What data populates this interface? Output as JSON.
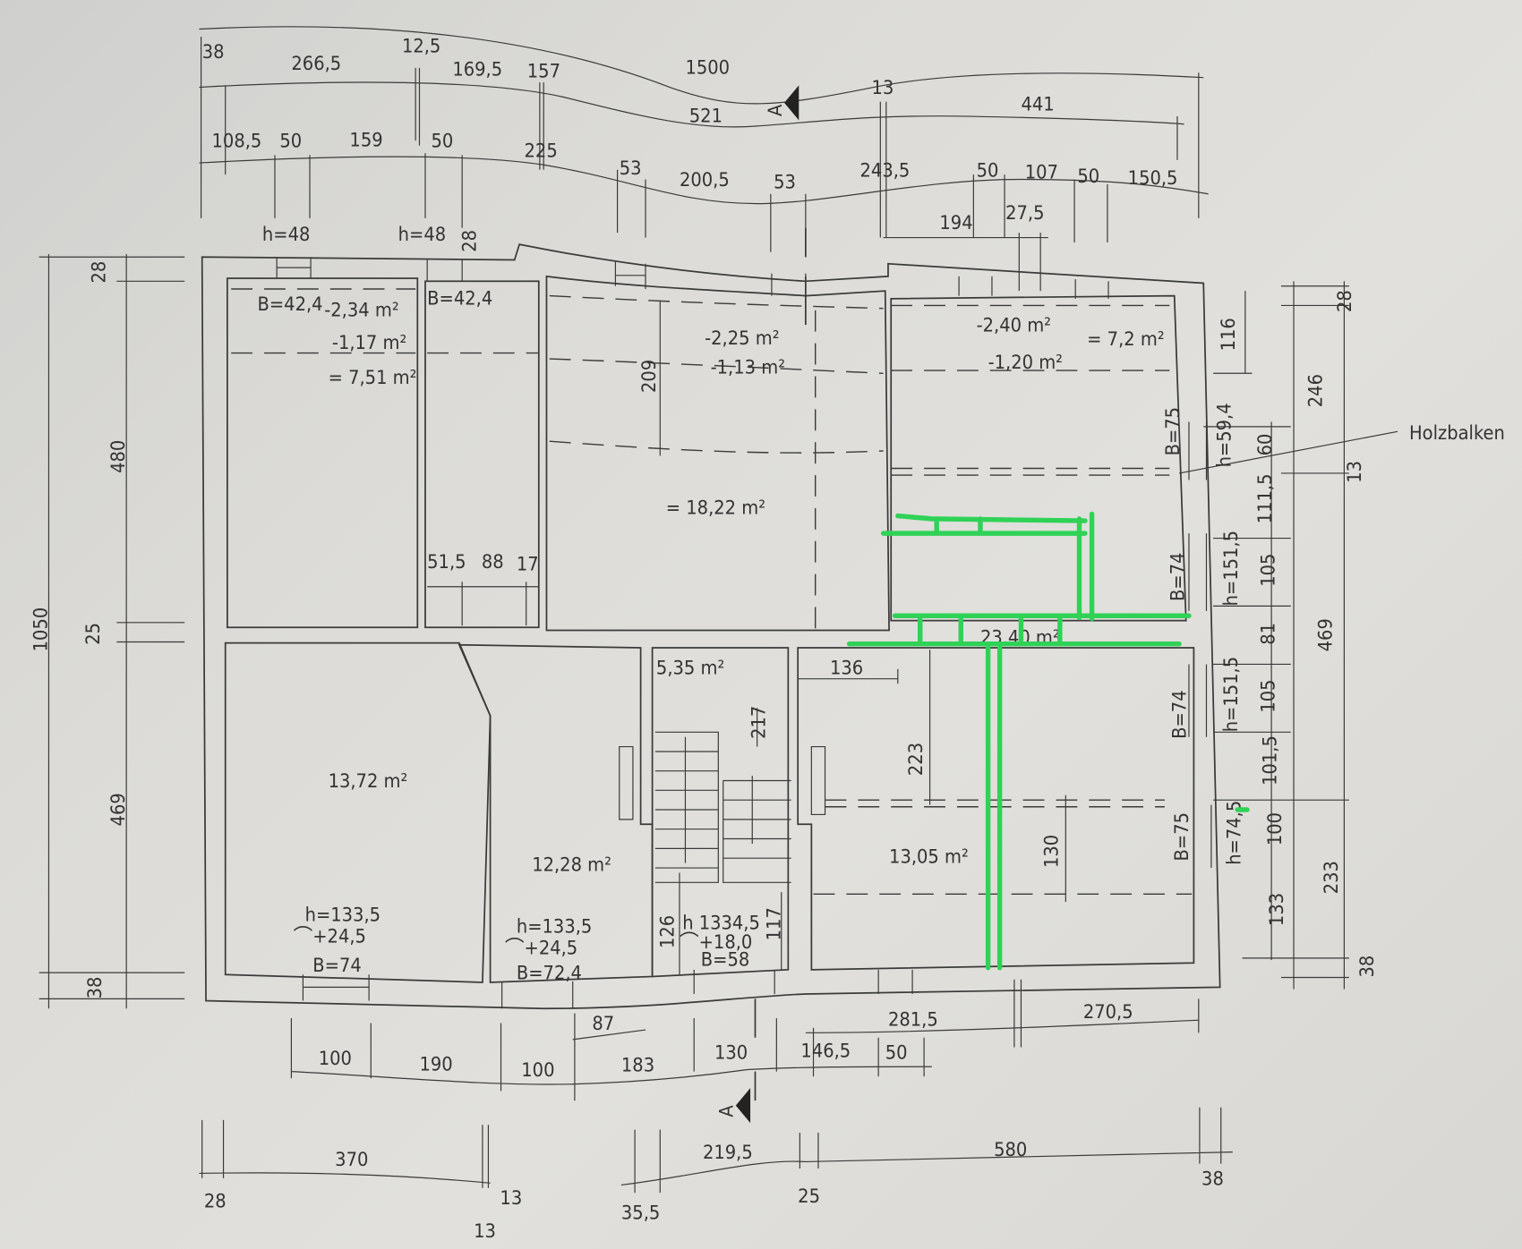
{
  "labels": {
    "t1_38": "38",
    "t1_2665": "266,5",
    "t1_125": "12,5",
    "t1_1695": "169,5",
    "t1_157": "157",
    "t1_1500": "1500",
    "t2_521": "521",
    "t2_13": "13",
    "t2_441": "441",
    "t3_1085": "108,5",
    "t3_50a": "50",
    "t3_159": "159",
    "t3_50b": "50",
    "t3_225": "225",
    "t3_53a": "53",
    "t3_2005": "200,5",
    "t3_53b": "53",
    "t3_2435": "243,5",
    "t3_50c": "50",
    "t3_107": "107",
    "t3_50d": "50",
    "t3_1505": "150,5",
    "t4_194": "194",
    "t4_275": "27,5",
    "h48a": "h=48",
    "h48b": "h=48",
    "t_28top": "28",
    "roomA_B": "B=42,4",
    "roomA_a1": "-2,34 m²",
    "roomA_a2": "-1,17 m²",
    "roomA_a3": "= 7,51 m²",
    "roomB_B": "B=42,4",
    "roomB_515": "51,5",
    "roomB_88": "88",
    "roomB_17": "17",
    "roomC_a1": "-2,25 m²",
    "roomC_a2": "-1,13 m²",
    "roomC_209": "209",
    "roomC_area": "= 18,22 m²",
    "roomD_a1": "-2,40 m²",
    "roomD_a2": "-1,20 m²",
    "roomD_a3": "= 7,2 m²",
    "roomD_area": "23,40 m²",
    "holzbalken": "Holzbalken",
    "r_B75a": "B=75",
    "r_h594": "h=59,4",
    "r_B74a": "B=74",
    "r_h1515a": "h=151,5",
    "r_B74b": "B=74",
    "r_h1515b": "h=151,5",
    "r_B75b": "B=75",
    "r_h745": "h=74,5",
    "r_116": "116",
    "r_60": "60",
    "r_1115": "111,5",
    "r_105a": "105",
    "r_81": "81",
    "r_105b": "105",
    "r_1015": "101,5",
    "r_100": "100",
    "r_133": "133",
    "r_28": "28",
    "r_246": "246",
    "r_13": "13",
    "r_469": "469",
    "r_233": "233",
    "r_38": "38",
    "l_1050": "1050",
    "l_28": "28",
    "l_480": "480",
    "l_25": "25",
    "l_469": "469",
    "l_38": "38",
    "room1_area": "13,72 m²",
    "room1_h": "h=133,5",
    "room1_arc": "⌒+24,5",
    "room1_B": "B=74",
    "room2_area": "12,28 m²",
    "room2_h": "h=133,5",
    "room2_arc": "⌒+24,5",
    "room2_B": "B=72,4",
    "hall_area": "5,35 m²",
    "hall_217": "217",
    "hall_126": "126",
    "hall_h": "h 1334,5",
    "hall_arc": "⌒+18,0",
    "hall_B": "B=58",
    "hall_117": "117",
    "room4_136": "136",
    "room4_223": "223",
    "room4_area": "13,05 m²",
    "room4_130": "130",
    "b1_87": "87",
    "b1_2815": "281,5",
    "b1_2705": "270,5",
    "b2_100a": "100",
    "b2_190": "190",
    "b2_100b": "100",
    "b2_183": "183",
    "b2_130": "130",
    "b2_1465": "146,5",
    "b2_50": "50",
    "b3_28": "28",
    "b3_370": "370",
    "b3_13a": "13",
    "b3_13b": "13",
    "b3_355": "35,5",
    "b3_2195": "219,5",
    "b3_25": "25",
    "b3_580": "580",
    "b3_38": "38",
    "section_top": "A",
    "section_bottom": "A"
  },
  "colors": {
    "markup_green": "#2fd256",
    "line": "#3a3a3a"
  }
}
